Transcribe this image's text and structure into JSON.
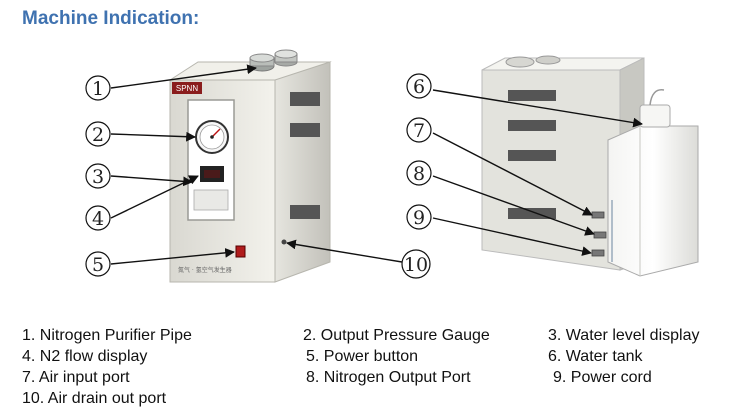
{
  "title": "Machine Indication:",
  "callouts": [
    "1",
    "2",
    "3",
    "4",
    "5",
    "6",
    "7",
    "8",
    "9",
    "10"
  ],
  "device_labels": {
    "brand": "SPNN",
    "front_text": "氮气 · 氢空气发生器"
  },
  "legend": [
    "1. Nitrogen Purifier Pipe",
    "2. Output Pressure Gauge",
    "3. Water level display",
    "4. N2 flow display",
    "5. Power button",
    "6. Water tank",
    "7. Air input port",
    "8. Nitrogen Output Port",
    "9. Power cord",
    "10. Air drain out port"
  ],
  "colors": {
    "title": "#3f72b0",
    "body_light": "#ecebe5",
    "body_shade": "#c9c8c1",
    "power_button": "#b01c1c",
    "vent": "#555555"
  }
}
